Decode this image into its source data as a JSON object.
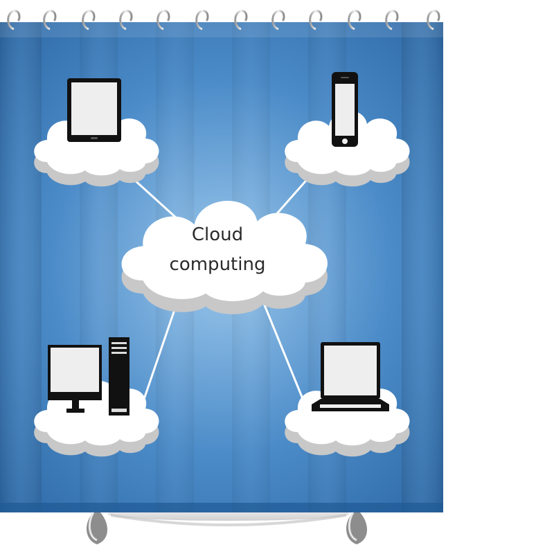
{
  "central_cloud": {
    "line1": "Cloud",
    "line2": "computing"
  },
  "devices": [
    {
      "name": "tablet",
      "position": "top-left"
    },
    {
      "name": "smartphone",
      "position": "top-right"
    },
    {
      "name": "desktop-computer",
      "position": "bottom-left"
    },
    {
      "name": "laptop",
      "position": "bottom-right"
    }
  ],
  "colors": {
    "curtain_blue_dark": "#2f6fae",
    "curtain_blue_light": "#8fbde6",
    "cloud_white": "#ffffff",
    "cloud_shadow": "#c9c9c9",
    "device_black": "#111111",
    "screen_gray": "#eeeeee",
    "connector_white": "#ffffff"
  }
}
